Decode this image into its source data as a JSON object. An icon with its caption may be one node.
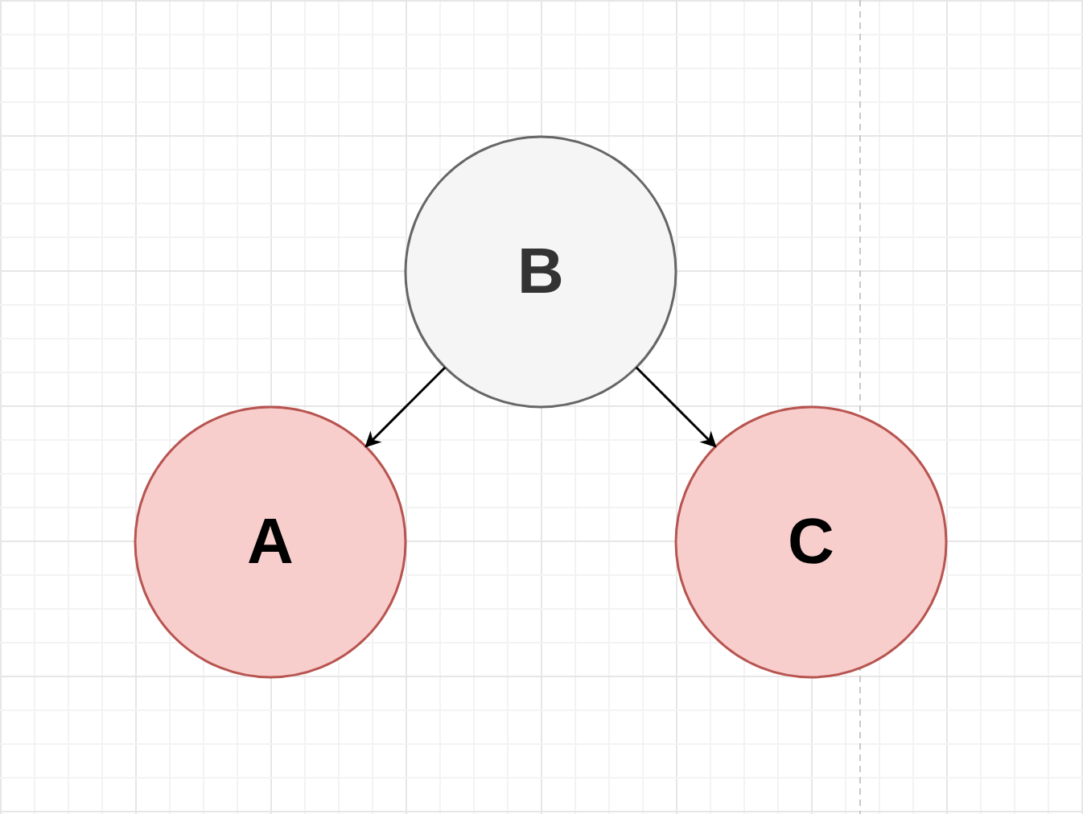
{
  "diagram": {
    "nodes": [
      {
        "text": [
          "B"
        ]
      },
      {
        "text": [
          "A"
        ]
      },
      {
        "text": [
          "C"
        ]
      }
    ],
    "edges": [
      {
        "from": 0,
        "to": 1,
        "arrow": "to"
      },
      {
        "from": 0,
        "to": 2,
        "arrow": "to"
      }
    ]
  }
}
